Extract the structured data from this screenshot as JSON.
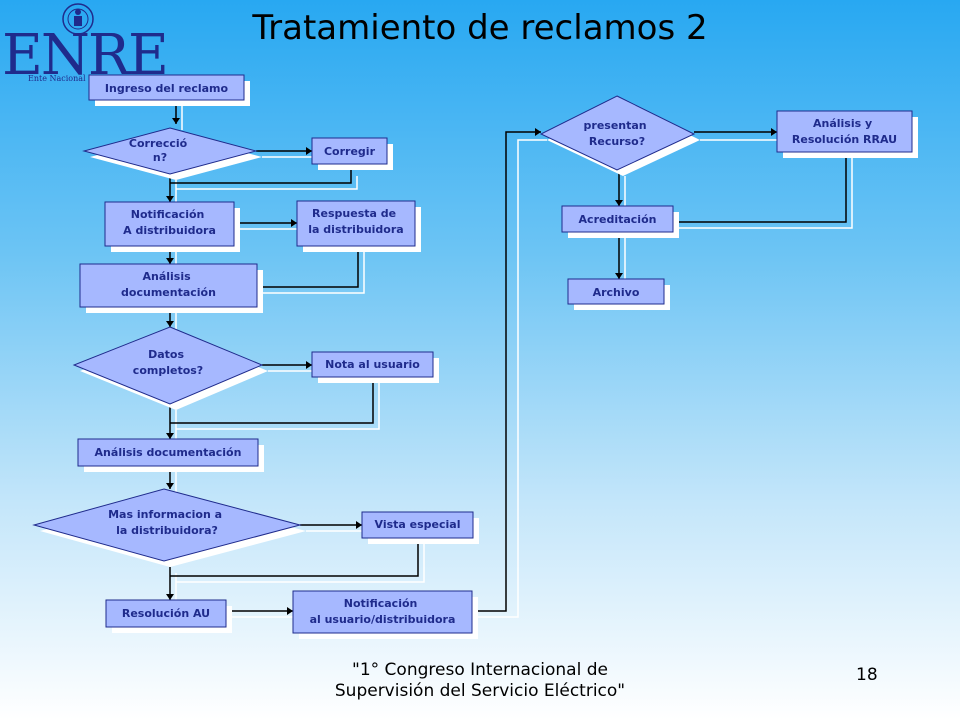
{
  "slide": {
    "title": "Tratamiento de reclamos 2",
    "footer_line1": "\"1° Congreso Internacional de",
    "footer_line2": "Supervisión del Servicio Eléctrico\"",
    "page_number": "18"
  },
  "logo": {
    "text": "ENRE",
    "subtitle": "Ente Nacional Regulador"
  },
  "nodes": {
    "ingreso": [
      "Ingreso del reclamo"
    ],
    "correccion": [
      "Correcció",
      "n?"
    ],
    "corregir": [
      "Corregir"
    ],
    "notificacion_a": [
      "Notificación",
      "A distribuidora"
    ],
    "respuesta": [
      "Respuesta de",
      "la distribuidora"
    ],
    "analisis_doc_1": [
      "Análisis",
      "documentación"
    ],
    "datos_completos": [
      "Datos",
      "completos?"
    ],
    "nota_usuario": [
      "Nota al usuario"
    ],
    "analisis_doc_2": [
      "Análisis documentación"
    ],
    "mas_info": [
      "Mas informacion a",
      "la distribuidora?"
    ],
    "vista_especial": [
      "Vista especial"
    ],
    "resolucion_au": [
      "Resolución AU"
    ],
    "notificacion_usuario": [
      "Notificación",
      "al usuario/distribuidora"
    ],
    "presentan_recurso": [
      "presentan",
      "Recurso?"
    ],
    "analisis_rrau": [
      "Análisis  y",
      "Resolución RRAU"
    ],
    "acreditacion": [
      "Acreditación"
    ],
    "archivo": [
      "Archivo"
    ]
  },
  "colors": {
    "node_fill": "#a6b8ff",
    "node_text": "#1f2b8c",
    "shadow": "#ffffff",
    "line": "#000000"
  }
}
